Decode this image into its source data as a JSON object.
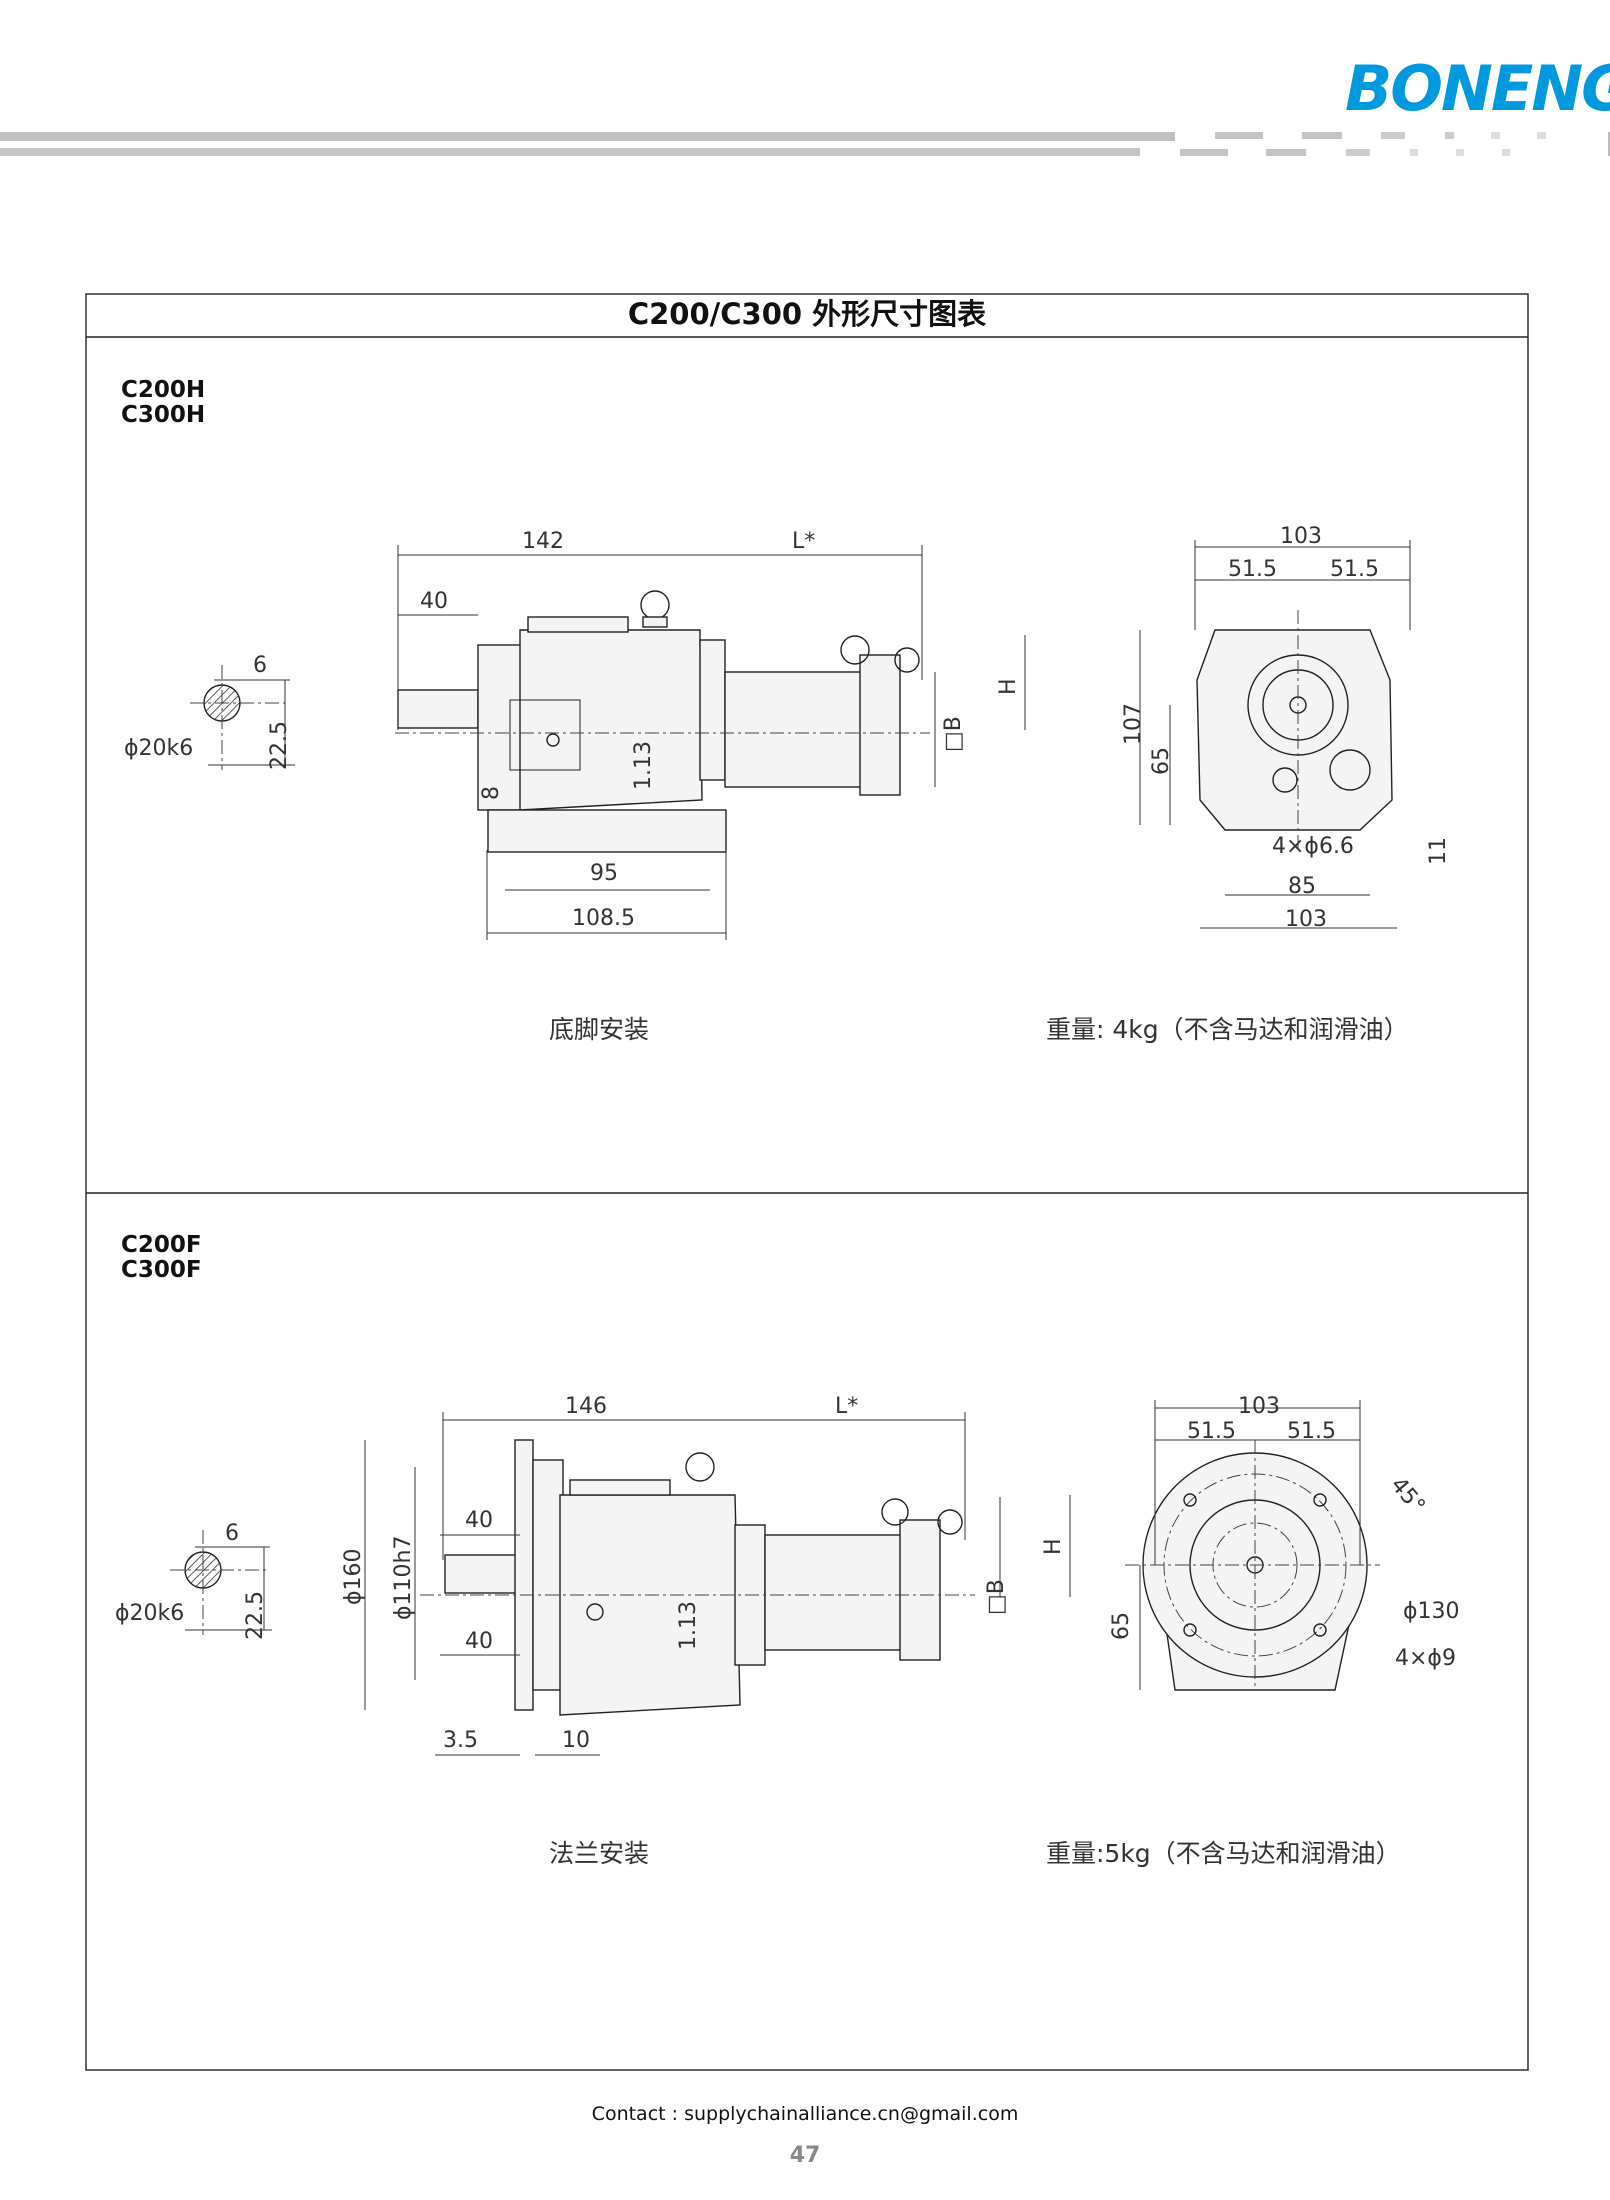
{
  "header": {
    "logo": "BONENG"
  },
  "table": {
    "title": "C200/C300 外形尺寸图表"
  },
  "section_foot": {
    "models": [
      "C200H",
      "C300H"
    ],
    "shaft": {
      "d1": "6",
      "d2": "ϕ20k6",
      "d3": "22.5"
    },
    "front": {
      "d142": "142",
      "dL": "L*",
      "d40": "40",
      "d8": "8",
      "d113": "1.13",
      "dB": "□B",
      "dH": "H",
      "d95": "95",
      "d1085": "108.5"
    },
    "side": {
      "d103": "103",
      "d515a": "51.5",
      "d515b": "51.5",
      "d107": "107",
      "d65": "65",
      "holes": "4×ϕ6.6",
      "d11": "11",
      "d85": "85",
      "d103b": "103"
    },
    "caption": "底脚安装",
    "weight": "重量: 4kg（不含马达和润滑油）"
  },
  "section_flange": {
    "models": [
      "C200F",
      "C300F"
    ],
    "shaft": {
      "d1": "6",
      "d2": "ϕ20k6",
      "d3": "22.5"
    },
    "front": {
      "d146": "146",
      "dL": "L*",
      "d40a": "40",
      "d40b": "40",
      "d160": "ϕ160",
      "d110": "ϕ110h7",
      "d113": "1.13",
      "dB": "□B",
      "dH": "H",
      "d35": "3.5",
      "d10": "10"
    },
    "side": {
      "d103": "103",
      "d515a": "51.5",
      "d515b": "51.5",
      "d45": "45°",
      "d130": "ϕ130",
      "holes": "4×ϕ9",
      "d65": "65"
    },
    "caption": "法兰安装",
    "weight": "重量:5kg（不含马达和润滑油）"
  },
  "footer": {
    "contact": "Contact : supplychainalliance.cn@gmail.com",
    "page": "47"
  }
}
